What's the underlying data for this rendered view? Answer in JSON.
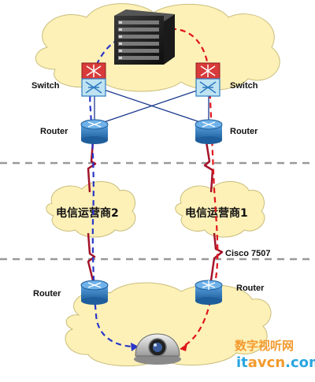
{
  "labels": {
    "switch_left": "Switch",
    "switch_right": "Switch",
    "router_left_top": "Router",
    "router_right_top": "Router",
    "router_left_bottom": "Router",
    "router_right_bottom": "Router",
    "cloud_carrier_2": "电信运营商2",
    "cloud_carrier_1": "电信运营商1",
    "cisco_model": "Cisco 7507"
  },
  "watermark": {
    "line1": "数字视听网",
    "line2_prefix": "it",
    "line2_accent": "avcn",
    "line2_suffix": ".com"
  },
  "colors": {
    "cloud_fill": "#fdf1b8",
    "cloud_stroke": "#c9bd7a",
    "router_blue": "#2e7bc0",
    "switch_cyan": "#bfe3f2",
    "switch_red": "#d83a3a",
    "wan_link_red": "#a3142a",
    "path_red": "#e0161c",
    "path_blue": "#2a37c8",
    "cross_link_blue": "#1b3a8c",
    "separator_gray": "#999999",
    "watermark_orange": "#f29a2e",
    "watermark_blue": "#2aa6e0"
  }
}
